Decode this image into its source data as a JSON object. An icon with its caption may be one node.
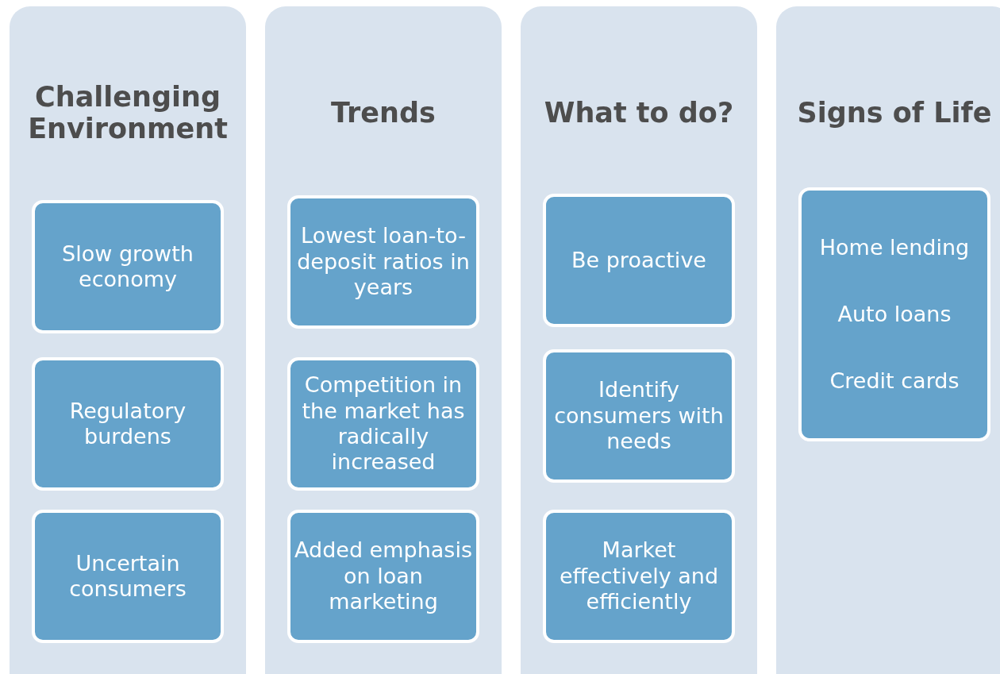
{
  "diagram": {
    "nodes": [
      {
        "text": [
          "Challenging Environment"
        ]
      },
      {
        "text": [
          "Slow growth economy"
        ],
        "in": 0
      },
      {
        "text": [
          "Regulatory burdens"
        ],
        "in": 0
      },
      {
        "text": [
          "Uncertain consumers"
        ],
        "in": 0
      },
      {
        "text": [
          "Trends"
        ]
      },
      {
        "text": [
          "Lowest loan-to-deposit ratios in years"
        ],
        "in": 4
      },
      {
        "text": [
          "Competition in the market has radically increased"
        ],
        "in": 4
      },
      {
        "text": [
          "Added emphasis on loan marketing"
        ],
        "in": 4
      },
      {
        "text": [
          "What to do?"
        ]
      },
      {
        "text": [
          "Be proactive"
        ],
        "in": 8
      },
      {
        "text": [
          "Identify consumers with needs"
        ],
        "in": 8
      },
      {
        "text": [
          "Market effectively and efficiently"
        ],
        "in": 8
      },
      {
        "text": [
          "Signs of Life"
        ]
      },
      {
        "text": [
          "Home lending",
          "Auto loans",
          "Credit cards"
        ],
        "in": 12
      }
    ]
  }
}
